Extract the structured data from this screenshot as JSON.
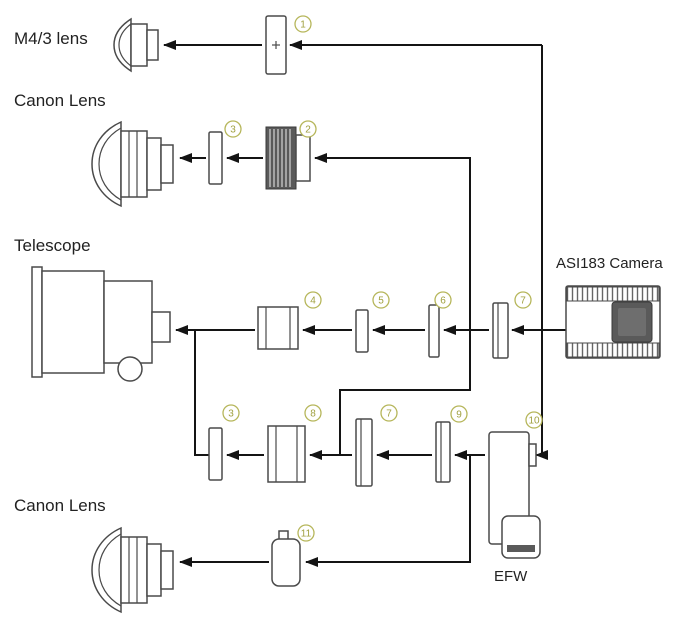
{
  "diagram": {
    "labels": {
      "m43_lens": "M4/3 lens",
      "canon_lens_top": "Canon Lens",
      "telescope": "Telescope",
      "camera": "ASI183 Camera",
      "efw": "EFW",
      "canon_lens_bottom": "Canon Lens"
    },
    "badges": [
      {
        "adapter": "adapter-1",
        "number": "1"
      },
      {
        "adapter": "adapter-3-top",
        "number": "3"
      },
      {
        "adapter": "adapter-2",
        "number": "2"
      },
      {
        "adapter": "adapter-4",
        "number": "4"
      },
      {
        "adapter": "adapter-5",
        "number": "5"
      },
      {
        "adapter": "adapter-6",
        "number": "6"
      },
      {
        "adapter": "adapter-7-top",
        "number": "7"
      },
      {
        "adapter": "adapter-3-bottom",
        "number": "3"
      },
      {
        "adapter": "adapter-8",
        "number": "8"
      },
      {
        "adapter": "adapter-7-bottom",
        "number": "7"
      },
      {
        "adapter": "adapter-9",
        "number": "9"
      },
      {
        "adapter": "adapter-10",
        "number": "10"
      },
      {
        "adapter": "adapter-11",
        "number": "11"
      }
    ],
    "colors": {
      "line": "#141414",
      "badge": "#a0a040",
      "icon_stroke": "#4a4a4a",
      "dark_fill": "#5a5a5a"
    },
    "connections": [
      "camera -> 1 -> M4/3 lens",
      "camera -> 2 -> 3 -> Canon Lens",
      "camera -> 7 -> 6 -> 5 -> 4 -> Telescope",
      "camera -> 10 -> EFW",
      "EFW -> 9 -> 7 -> 8 -> 3 -> Telescope",
      "EFW -> 9 -> 7 -> 2 -> 3 -> Canon Lens",
      "EFW -> 11 -> Canon Lens"
    ]
  }
}
